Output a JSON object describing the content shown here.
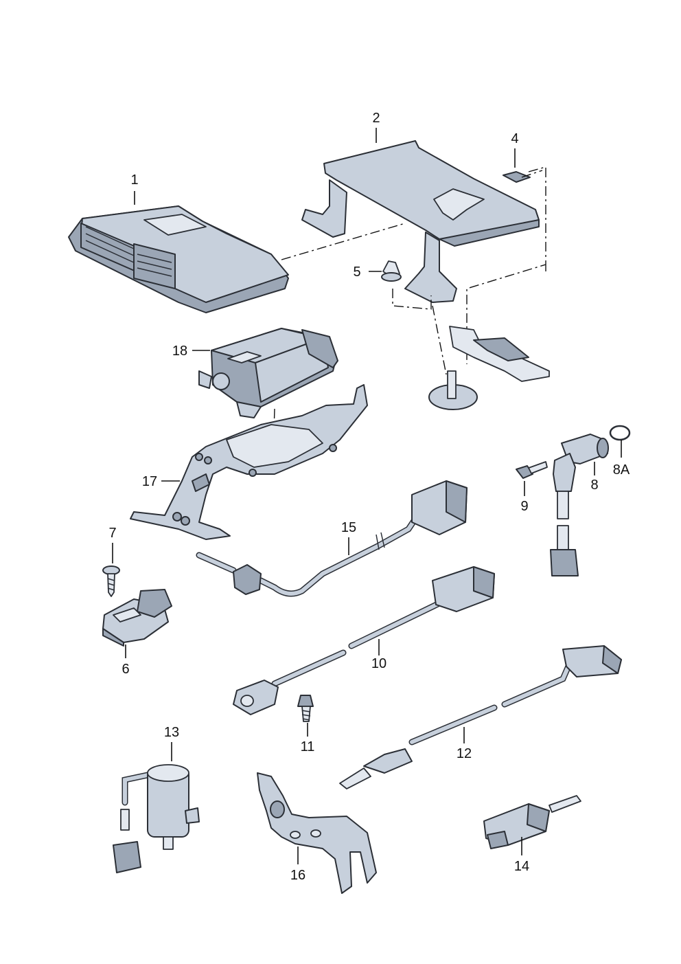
{
  "labels": {
    "p1": "1",
    "p2": "2",
    "p4": "4",
    "p5": "5",
    "p6": "6",
    "p7": "7",
    "p8": "8",
    "p8a": "8A",
    "p9": "9",
    "p10": "10",
    "p11": "11",
    "p12": "12",
    "p13": "13",
    "p14": "14",
    "p15": "15",
    "p16": "16",
    "p17": "17",
    "p18": "18"
  },
  "colors": {
    "part_fill": "#c7d0dc",
    "part_dark": "#9ba6b5",
    "outline": "#2b2f36",
    "background": "#ffffff"
  }
}
